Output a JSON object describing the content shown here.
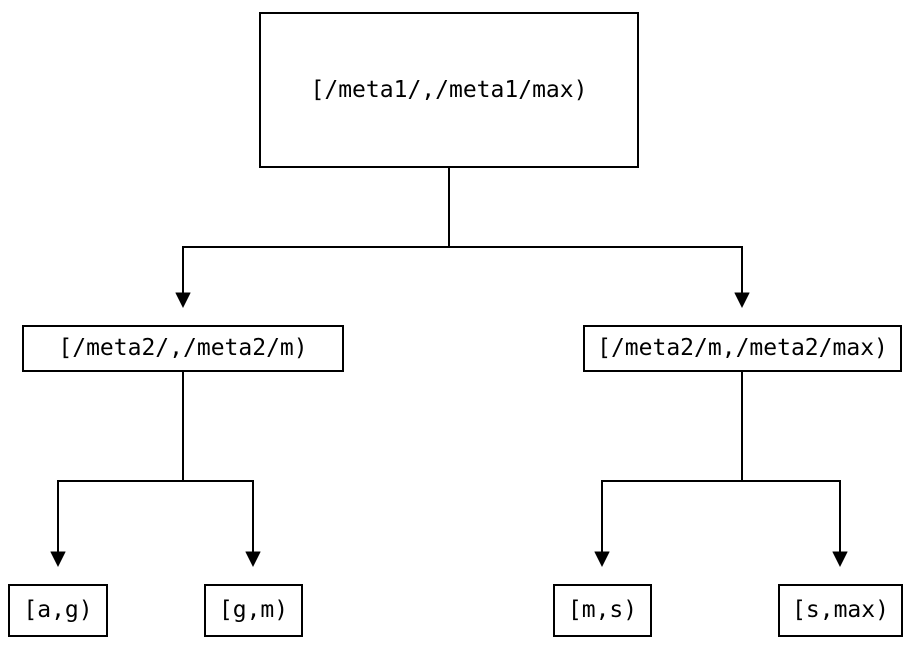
{
  "diagram": {
    "root": {
      "label": "[/meta1/,/meta1/max)"
    },
    "level2": [
      {
        "label": "[/meta2/,/meta2/m)"
      },
      {
        "label": "[/meta2/m,/meta2/max)"
      }
    ],
    "leaves": [
      {
        "label": "[a,g)"
      },
      {
        "label": "[g,m)"
      },
      {
        "label": "[m,s)"
      },
      {
        "label": "[s,max)"
      }
    ],
    "colors": {
      "line": "#000000",
      "text": "#000000",
      "background": "#ffffff"
    }
  }
}
